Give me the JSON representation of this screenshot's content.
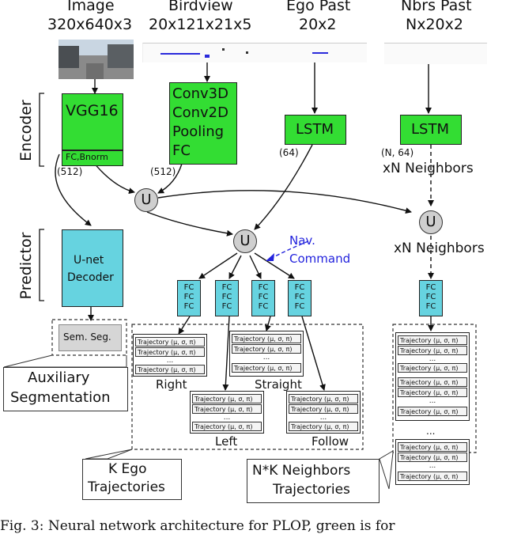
{
  "inputs": {
    "image_title": "Image",
    "image_dims": "320x640x3",
    "birdview_title": "Birdview",
    "birdview_dims": "20x121x21x5",
    "ego_title": "Ego Past",
    "ego_dims": "20x2",
    "nbrs_title": "Nbrs Past",
    "nbrs_dims": "Nx20x2"
  },
  "stages": {
    "encoder": "Encoder",
    "predictor": "Predictor"
  },
  "encoder": {
    "vgg_label": "VGG16",
    "vgg_sub": "FC,Bnorm",
    "vgg_dim": "(512)",
    "conv_lines": [
      "Conv3D",
      "Conv2D",
      "Pooling",
      "FC"
    ],
    "conv_dim": "(512)",
    "lstm_ego": "LSTM",
    "lstm_ego_dim": "(64)",
    "lstm_nbr": "LSTM",
    "lstm_nbr_dim": "(N, 64)",
    "xn_top": "xN Neighbors"
  },
  "nodes": {
    "u": "U"
  },
  "predictor": {
    "nav_line1": "Nav.",
    "nav_line2": "Command",
    "unet_line1": "U-net",
    "unet_line2": "Decoder",
    "sem_seg": "Sem. Seg.",
    "xn_mid": "xN Neighbors",
    "fc_label": "FC"
  },
  "trajectory": {
    "row_text": "Trajectory (μ, σ, π)",
    "dots": "...",
    "branches": [
      "Right",
      "Straight",
      "Left",
      "Follow"
    ]
  },
  "labels": {
    "aux_line1": "Auxiliary",
    "aux_line2": "Segmentation",
    "kego_line1": "K Ego",
    "kego_line2": "Trajectories",
    "nk_line1": "N*K Neighbors",
    "nk_line2": "Trajectories",
    "nbr_dots": "..."
  },
  "caption": "Fig. 3: Neural network architecture for PLOP, green is for",
  "colors": {
    "encoder_green": "#33dd33",
    "predictor_cyan": "#66d3e0",
    "nav_blue": "#2222dd",
    "u_node_gray": "#cfcfcf"
  }
}
